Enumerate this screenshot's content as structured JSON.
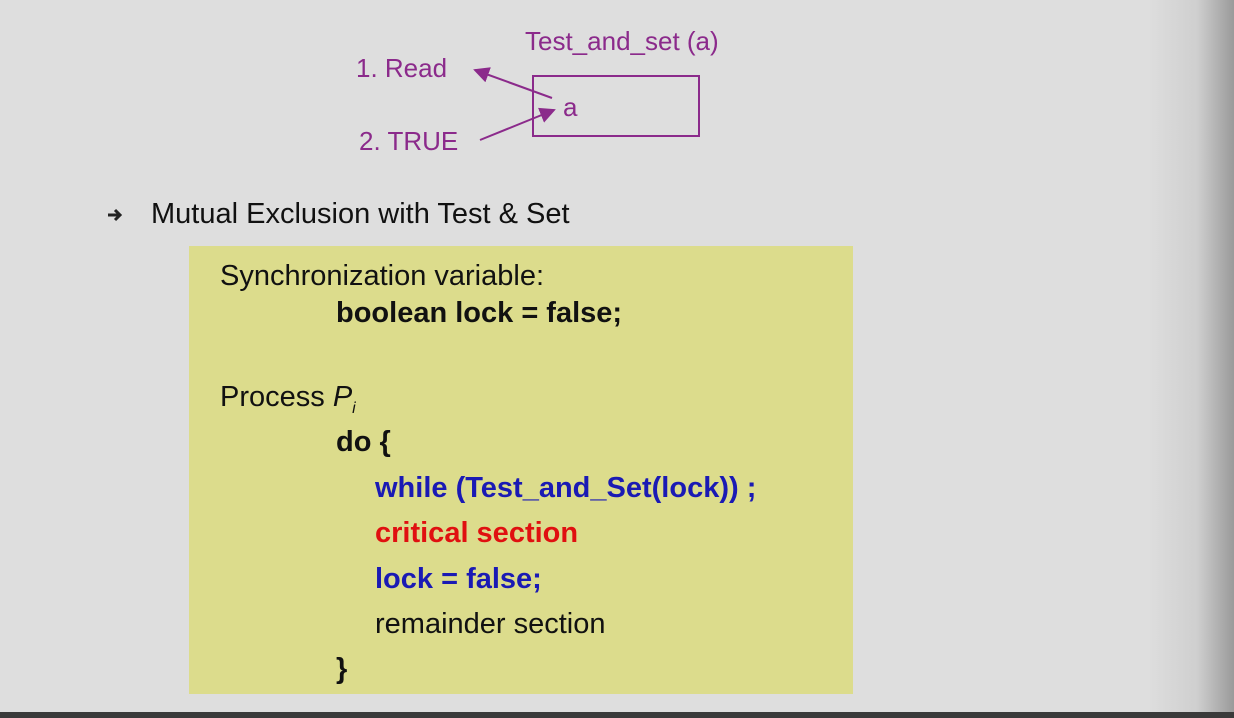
{
  "diagram": {
    "title": "Test_and_set (a)",
    "step1": "1. Read",
    "step2": "2. TRUE",
    "box_label": "a",
    "color": "#8b2a8b"
  },
  "bullet": {
    "icon": "arrow-bullet-icon",
    "text": "Mutual Exclusion with Test & Set"
  },
  "code": {
    "sync_label": "Synchronization variable:",
    "sync_decl": "boolean lock = false;",
    "process_label": "Process ",
    "process_name": "P",
    "process_sub": "i",
    "do_open": "do {",
    "while_line": "while (Test_and_Set(lock)) ;",
    "critical": "critical section",
    "unlock": "lock = false;",
    "remainder": "remainder section",
    "close": "}",
    "colors": {
      "background": "#dcdc8c",
      "blue": "#1a1ab4",
      "red": "#e01010"
    }
  }
}
